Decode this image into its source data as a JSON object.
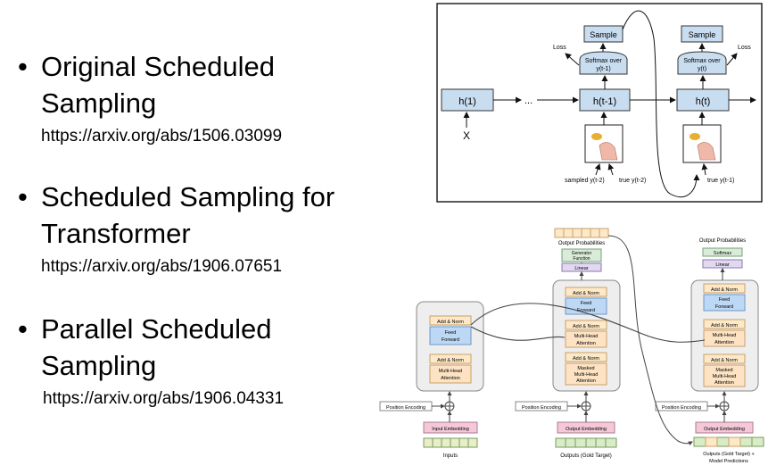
{
  "bullets": [
    {
      "title": "Original Scheduled\nSampling",
      "link": "https://arxiv.org/abs/1506.03099"
    },
    {
      "title": "Scheduled Sampling for\nTransformer",
      "link": "https://arxiv.org/abs/1906.07651"
    },
    {
      "title": "Parallel Scheduled\nSampling",
      "link": "https://arxiv.org/abs/1906.04331"
    }
  ],
  "rnn": {
    "sample": "Sample",
    "loss": "Loss",
    "softmax_prev": [
      "Softmax over",
      "y(t-1)"
    ],
    "softmax_cur": [
      "Softmax over",
      "y(t)"
    ],
    "h1": "h(1)",
    "ht1": "h(t-1)",
    "ht": "h(t)",
    "dots": "...",
    "x": "X",
    "sampled": "sampled y(t-2)",
    "true_prev": "true y(t-2)",
    "true_cur": "true y(t-1)"
  },
  "transformer": {
    "output_probabilities": "Output Probabilities",
    "generator": [
      "Generator",
      "Function"
    ],
    "softmax": "Softmax",
    "linear": "Linear",
    "add_norm": "Add & Norm",
    "feed_forward": [
      "Feed",
      "Forward"
    ],
    "multi_head": [
      "Multi-Head",
      "Attention"
    ],
    "masked_multi_head": [
      "Masked",
      "Multi-Head",
      "Attention"
    ],
    "position_encoding": "Position Encoding",
    "input_embedding": "Input Embedding",
    "output_embedding": "Output Embedding",
    "inputs": "Inputs",
    "outputs_gold": "Outputs (Gold Target)",
    "outputs_model": [
      "Outputs (Gold Target) +",
      "Model Predictions"
    ]
  }
}
